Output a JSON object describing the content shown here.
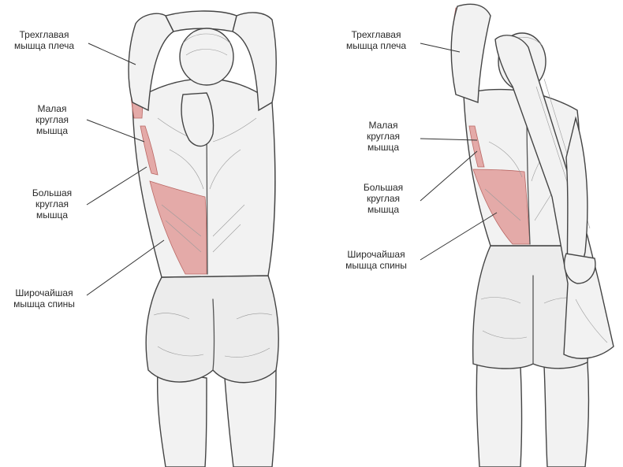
{
  "colors": {
    "highlight_muscle": "#e3a3a0",
    "highlight_stroke": "#b45a56",
    "line": "#333333",
    "label_text": "#2a2a2a"
  },
  "left_figure": {
    "labels": {
      "triceps": [
        "Трехглавая",
        "мышца плеча"
      ],
      "teres_minor": [
        "Малая",
        "круглая",
        "мышца"
      ],
      "teres_major": [
        "Большая",
        "круглая",
        "мышца"
      ],
      "latissimus": [
        "Широчайшая",
        "мышца спины"
      ]
    }
  },
  "right_figure": {
    "labels": {
      "triceps": [
        "Трехглавая",
        "мышца плеча"
      ],
      "teres_minor": [
        "Малая",
        "круглая",
        "мышца"
      ],
      "teres_major": [
        "Большая",
        "круглая",
        "мышца"
      ],
      "latissimus": [
        "Широчайшая",
        "мышца спины"
      ]
    }
  }
}
